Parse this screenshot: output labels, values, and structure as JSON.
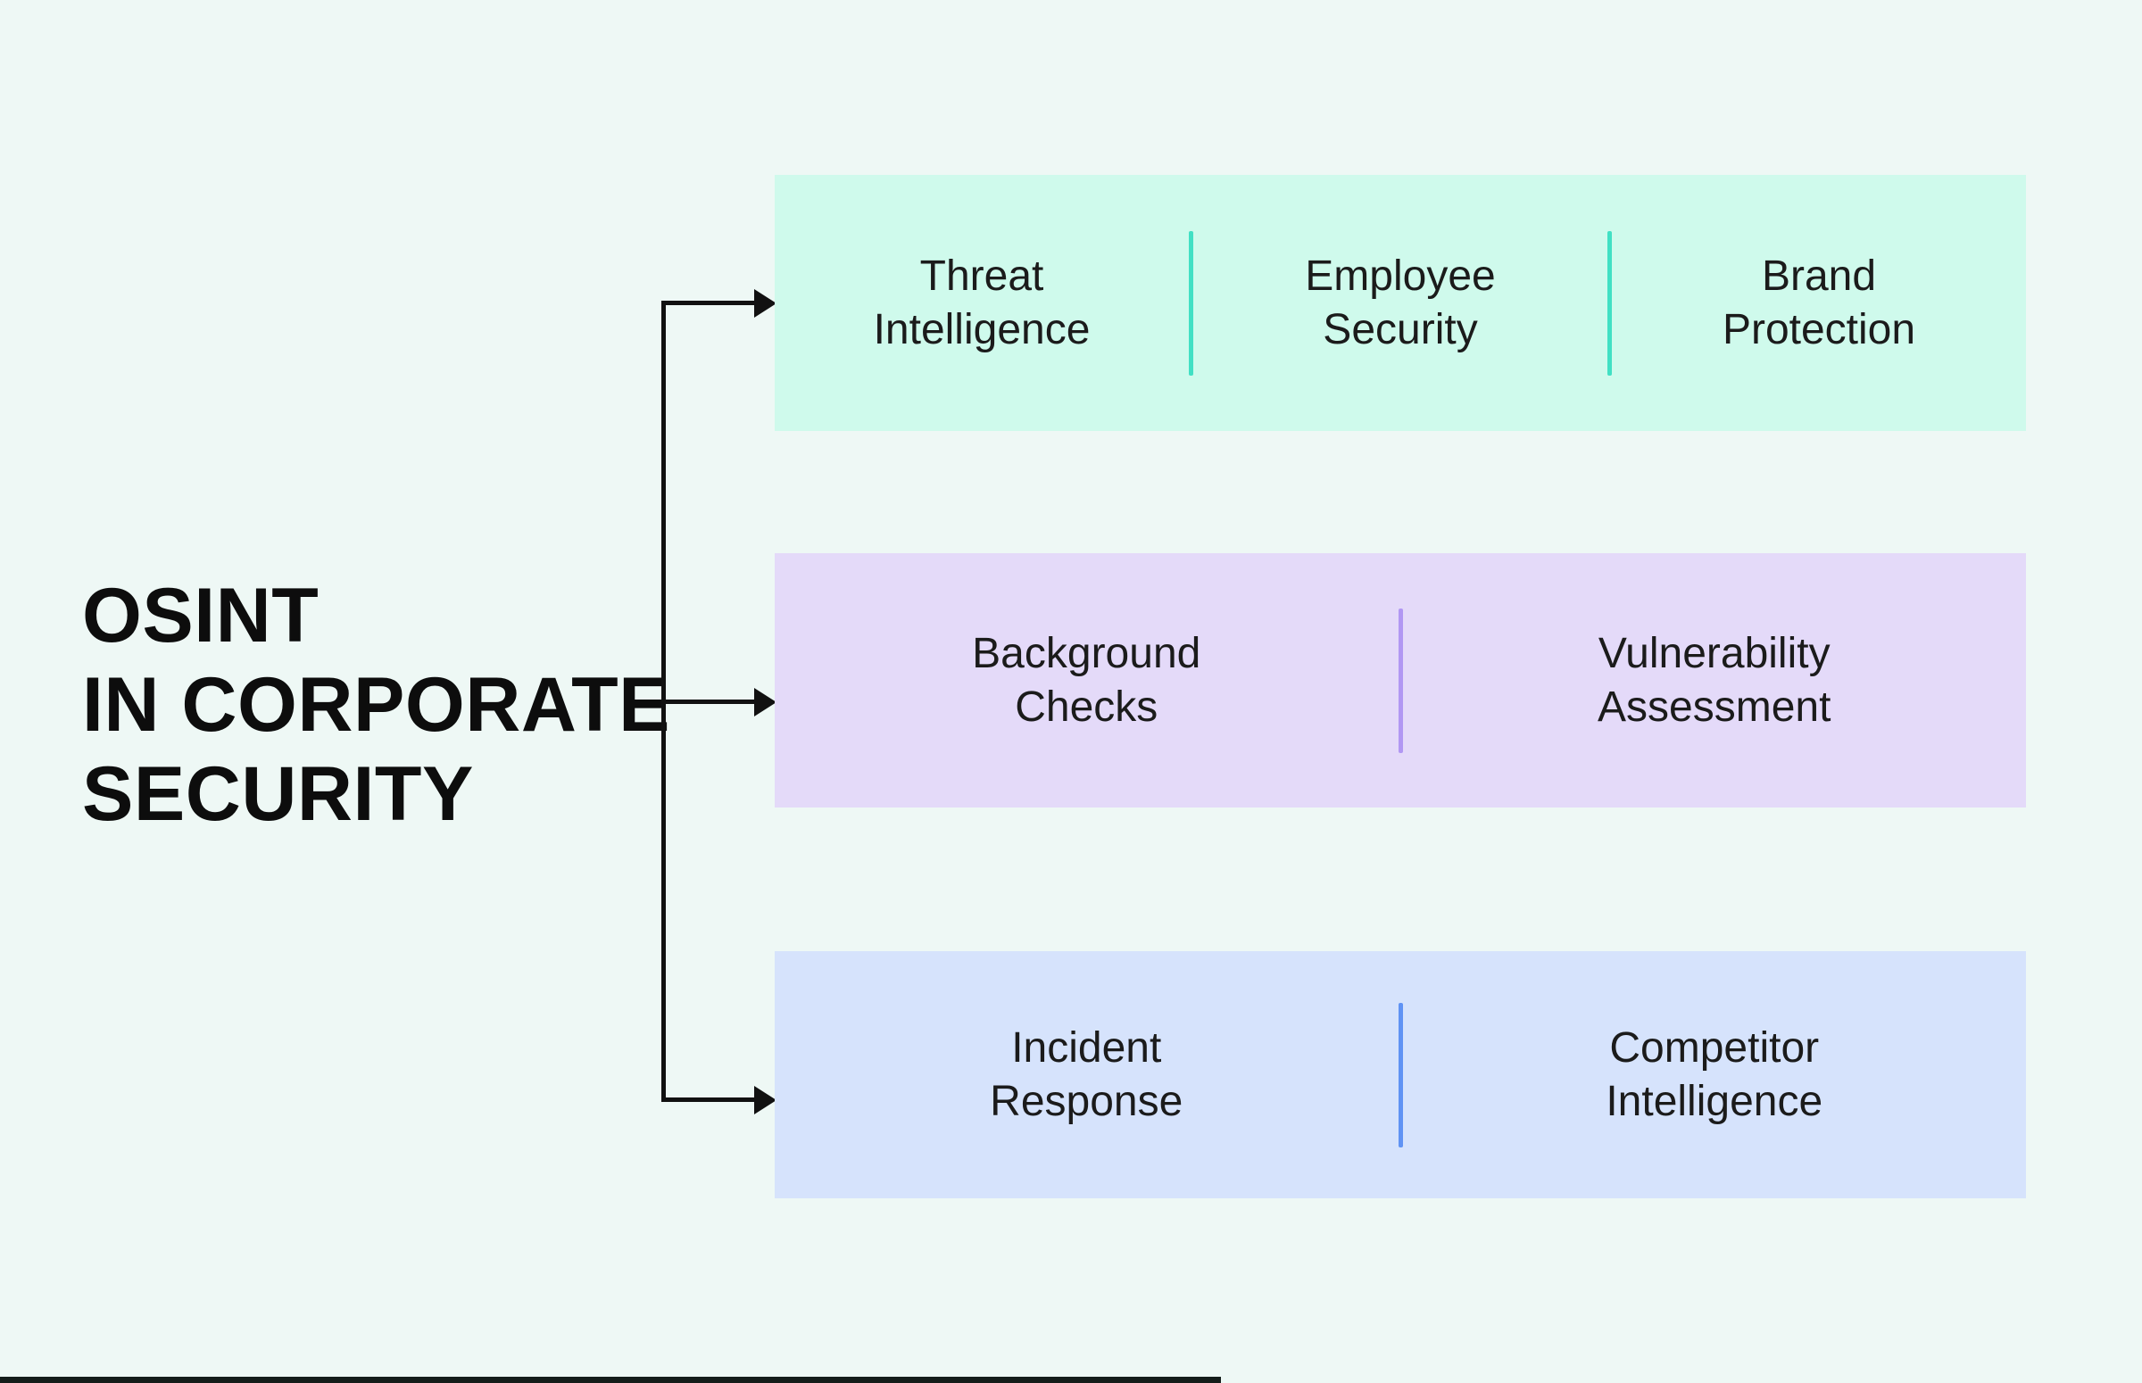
{
  "title": {
    "line1": "OSINT",
    "line2": "IN CORPORATE",
    "line3": "SECURITY"
  },
  "palette": {
    "page_bg": "#eef8f5",
    "title_text": "#0d0d0d",
    "cell_text": "#1b1b1b",
    "connector": "#111111",
    "bottom_bar": "#141d1a"
  },
  "rows": [
    {
      "bg": "#cffaec",
      "divider": "#41e0c4",
      "items": [
        {
          "line1": "Threat",
          "line2": "Intelligence"
        },
        {
          "line1": "Employee",
          "line2": "Security"
        },
        {
          "line1": "Brand",
          "line2": "Protection"
        }
      ]
    },
    {
      "bg": "#e4daf9",
      "divider": "#b197f3",
      "items": [
        {
          "line1": "Background",
          "line2": "Checks"
        },
        {
          "line1": "Vulnerability",
          "line2": "Assessment"
        }
      ]
    },
    {
      "bg": "#d6e3fc",
      "divider": "#6093f4",
      "items": [
        {
          "line1": "Incident",
          "line2": "Response"
        },
        {
          "line1": "Competitor",
          "line2": "Intelligence"
        }
      ]
    }
  ]
}
